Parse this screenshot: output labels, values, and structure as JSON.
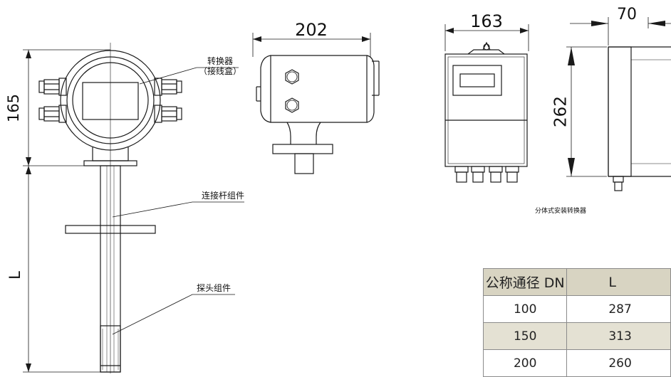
{
  "dimensions": {
    "side_height": "165",
    "side_length": "L",
    "top_width": "202",
    "remote_width": "163",
    "remote_height": "262",
    "remote_depth": "70"
  },
  "callouts": {
    "converter_line1": "转换器",
    "converter_line2": "（接线盒）",
    "rod_assembly": "连接杆组件",
    "probe_assembly": "探头组件",
    "remote_caption": "分体式安装转换器"
  },
  "table": {
    "headers": [
      "公称通径 DN",
      "L"
    ],
    "rows": [
      [
        "100",
        "287"
      ],
      [
        "150",
        "313"
      ],
      [
        "200",
        "260"
      ]
    ]
  },
  "colors": {
    "line": "#1a1a1a",
    "table_header_bg": "#d8d4c2",
    "table_alt_bg": "#e4e1d3"
  }
}
